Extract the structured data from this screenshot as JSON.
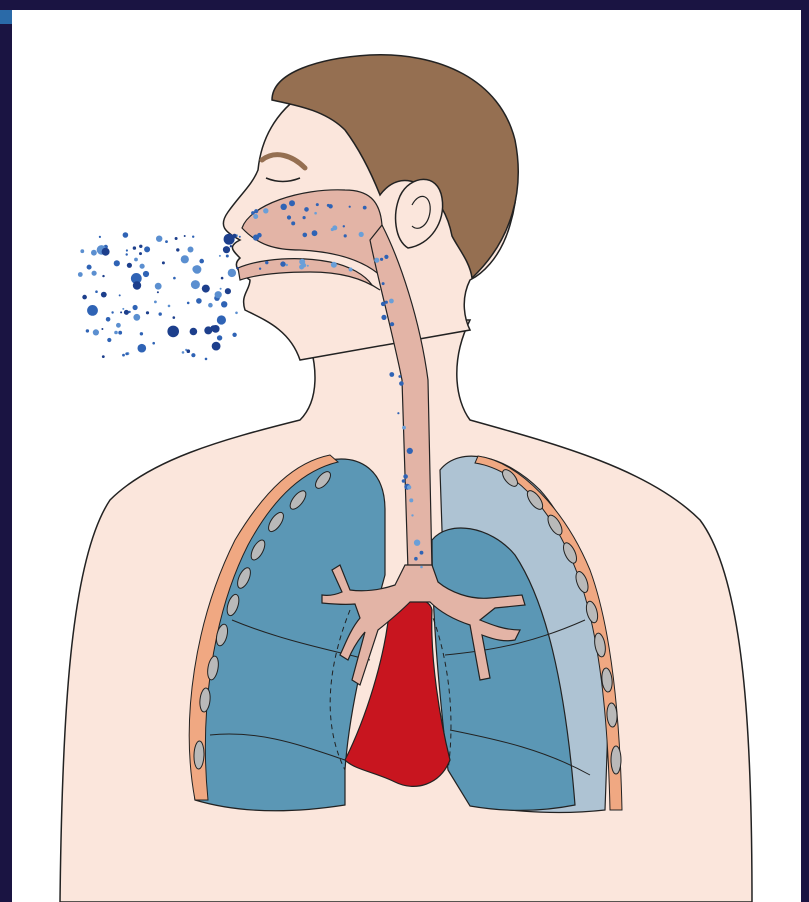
{
  "figure": {
    "subject": "respiratory-illustration",
    "colors": {
      "frame": "#1a1442",
      "skin": "#fbe6dc",
      "hair": "#956f51",
      "airway": "#e3b4a6",
      "particles": "#2f63b5",
      "lung_left": "#5b97b5",
      "lung_right_collapsed": "#5b97b5",
      "lung_right_outline": "#aec3d3",
      "pleura": "#f0a882",
      "heart": "#c8151f"
    },
    "icons": [
      "droplet-cloud",
      "head",
      "trachea",
      "lungs",
      "heart",
      "bronchi"
    ]
  }
}
